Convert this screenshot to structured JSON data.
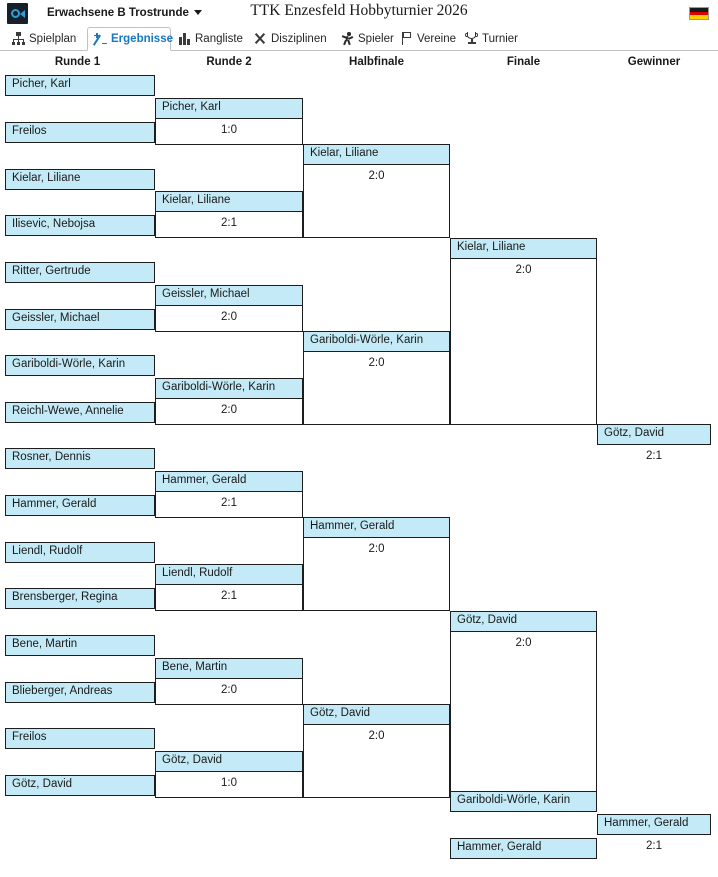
{
  "topbar": {
    "app_icon": "collapse-panel-icon",
    "category": "Erwachsene B Trostrunde",
    "title": "TTK Enzesfeld Hobbyturnier 2026",
    "flag": "german-flag-icon"
  },
  "tabs": [
    {
      "label": "Spielplan",
      "icon": "sitemap-icon",
      "active": false
    },
    {
      "label": "Ergebnisse",
      "icon": "plus-minus-icon",
      "active": true
    },
    {
      "label": "Rangliste",
      "icon": "bar-chart-icon",
      "active": false
    },
    {
      "label": "Disziplinen",
      "icon": "crossed-bats-icon",
      "active": false
    },
    {
      "label": "Spieler",
      "icon": "runner-icon",
      "active": false
    },
    {
      "label": "Vereine",
      "icon": "flag-icon",
      "active": false
    },
    {
      "label": "Turnier",
      "icon": "trophy-icon",
      "active": false
    }
  ],
  "columns": [
    {
      "label": "Runde 1"
    },
    {
      "label": "Runde 2"
    },
    {
      "label": "Halbfinale"
    },
    {
      "label": "Finale"
    },
    {
      "label": "Gewinner"
    }
  ],
  "round1": {
    "slots": [
      "Picher, Karl",
      "Freilos",
      "Kielar, Liliane",
      "Ilisevic, Nebojsa",
      "Ritter, Gertrude",
      "Geissler, Michael",
      "Gariboldi-Wörle, Karin",
      "Reichl-Wewe, Annelie",
      "Rosner, Dennis",
      "Hammer, Gerald",
      "Liendl, Rudolf",
      "Brensberger, Regina",
      "Bene, Martin",
      "Blieberger, Andreas",
      "Freilos",
      "Götz, David"
    ]
  },
  "round2": {
    "winners": [
      {
        "name": "Picher, Karl",
        "score": "1:0"
      },
      {
        "name": "Kielar, Liliane",
        "score": "2:1"
      },
      {
        "name": "Geissler, Michael",
        "score": "2:0"
      },
      {
        "name": "Gariboldi-Wörle, Karin",
        "score": "2:0"
      },
      {
        "name": "Hammer, Gerald",
        "score": "2:1"
      },
      {
        "name": "Liendl, Rudolf",
        "score": "2:1"
      },
      {
        "name": "Bene, Martin",
        "score": "2:0"
      },
      {
        "name": "Götz, David",
        "score": "1:0"
      }
    ]
  },
  "halbfinale": {
    "winners": [
      {
        "name": "Kielar, Liliane",
        "score": "2:0"
      },
      {
        "name": "Gariboldi-Wörle, Karin",
        "score": "2:0"
      },
      {
        "name": "Hammer, Gerald",
        "score": "2:0"
      },
      {
        "name": "Götz, David",
        "score": "2:0"
      }
    ]
  },
  "finale": {
    "winners": [
      {
        "name": "Kielar, Liliane",
        "score": "2:0"
      },
      {
        "name": "Götz, David",
        "score": "2:0"
      }
    ]
  },
  "gewinner": {
    "winner": {
      "name": "Götz, David",
      "score": "2:1"
    }
  },
  "third_place": {
    "slots": [
      "Gariboldi-Wörle, Karin",
      "Hammer, Gerald"
    ],
    "winner": {
      "name": "Hammer, Gerald",
      "score": "2:1"
    }
  }
}
